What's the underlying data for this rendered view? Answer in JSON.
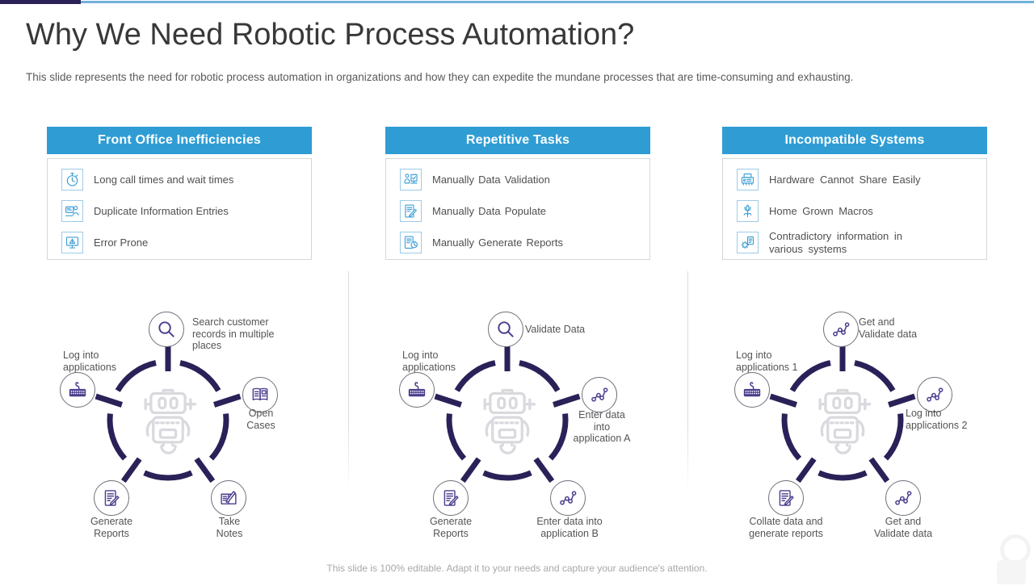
{
  "slide": {
    "title": "Why We Need Robotic Process Automation?",
    "subtitle": "This slide represents the need for robotic process automation in organizations and how they can expedite the mundane processes that are time-consuming and exhausting.",
    "footer": "This slide is 100% editable. Adapt it to your needs and capture your audience's attention."
  },
  "colors": {
    "header_blue": "#2f9dd4",
    "top_line_blue": "#6fb0da",
    "navy_ring": "#2b2158",
    "node_icon_purple": "#4a3e8e",
    "list_icon_blue": "#3f9fd6",
    "robot_gray": "#d9d9de"
  },
  "columns": [
    {
      "header": "Front Office Inefficiencies",
      "items": [
        {
          "icon": "stopwatch-icon",
          "text": "Long call times and wait times"
        },
        {
          "icon": "duplicate-entries-icon",
          "text": "Duplicate Information Entries"
        },
        {
          "icon": "error-monitor-icon",
          "text": "Error Prone"
        }
      ],
      "diagram": {
        "center_icon": "robot-icon",
        "nodes": [
          {
            "icon": "search-icon",
            "label": "Search customer\nrecords in multiple places"
          },
          {
            "icon": "keyboard-icon",
            "label": "Log into\napplications"
          },
          {
            "icon": "open-book-icon",
            "label": "Open\nCases"
          },
          {
            "icon": "generate-report-icon",
            "label": "Generate\nReports"
          },
          {
            "icon": "take-notes-icon",
            "label": "Take\nNotes"
          }
        ]
      }
    },
    {
      "header": "Repetitive Tasks",
      "items": [
        {
          "icon": "data-validation-icon",
          "text": "Manually Data Validation"
        },
        {
          "icon": "data-populate-icon",
          "text": "Manually Data Populate"
        },
        {
          "icon": "generate-reports-icon",
          "text": "Manually Generate Reports"
        }
      ],
      "diagram": {
        "center_icon": "robot-icon",
        "nodes": [
          {
            "icon": "search-icon",
            "label": "Validate Data"
          },
          {
            "icon": "keyboard-icon",
            "label": "Log into\napplications"
          },
          {
            "icon": "data-points-icon",
            "label": "Enter data\ninto\napplication A"
          },
          {
            "icon": "generate-report-icon",
            "label": "Generate\nReports"
          },
          {
            "icon": "data-points-icon",
            "label": "Enter data into\napplication B"
          }
        ]
      }
    },
    {
      "header": "Incompatible Systems",
      "items": [
        {
          "icon": "hardware-icon",
          "text": "Hardware Cannot Share Easily"
        },
        {
          "icon": "home-macros-icon",
          "text": "Home Grown Macros"
        },
        {
          "icon": "contradictory-icon",
          "text": "Contradictory information in various systems"
        }
      ],
      "diagram": {
        "center_icon": "robot-icon",
        "nodes": [
          {
            "icon": "data-points-icon",
            "label": "Get and\nValidate data"
          },
          {
            "icon": "keyboard-icon",
            "label": "Log into\napplications 1"
          },
          {
            "icon": "data-points-icon",
            "label": "Log into\napplications 2"
          },
          {
            "icon": "generate-report-icon",
            "label": "Collate data and\ngenerate reports"
          },
          {
            "icon": "data-points-icon",
            "label": "Get and\nValidate data"
          }
        ]
      }
    }
  ]
}
